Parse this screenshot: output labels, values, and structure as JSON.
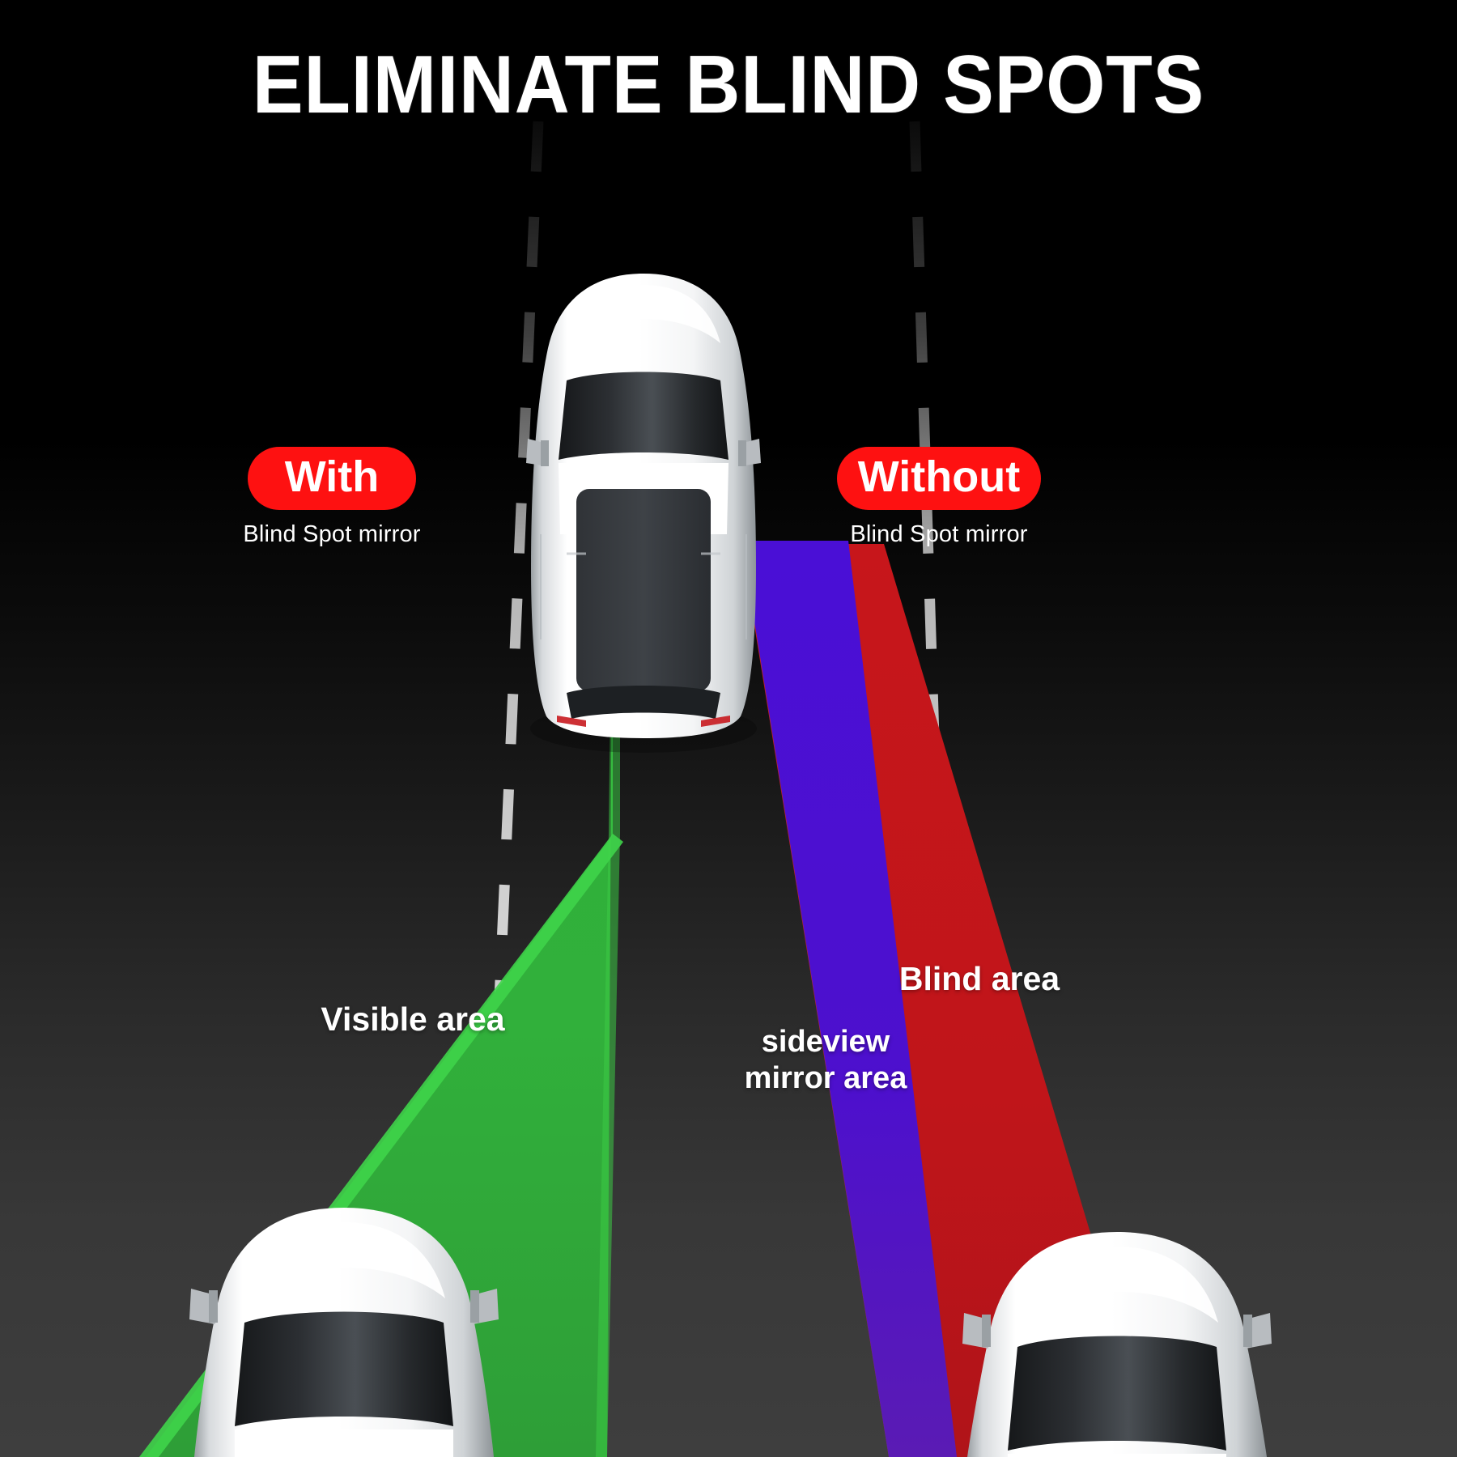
{
  "title": "ELIMINATE BLIND SPOTS",
  "badges": {
    "left": {
      "pill_label": "With",
      "caption": "Blind Spot mirror"
    },
    "right": {
      "pill_label": "Without",
      "caption": "Blind Spot mirror"
    }
  },
  "area_labels": {
    "visible": "Visible area",
    "blind": "Blind area",
    "sideview": "sideview\nmirror area"
  },
  "colors": {
    "badge_red": "#FE1111",
    "visible_area_green": "#31B03B",
    "blind_area_red": "#C0151A",
    "sideview_area_blue": "#4D10CD",
    "lane_dash": "#D4D4D4",
    "background_top": "#000000",
    "background_bottom": "#3E3E3E",
    "text_white": "#FFFFFF"
  },
  "scene": {
    "vehicles": [
      {
        "name": "ego-car",
        "position": "center-top"
      },
      {
        "name": "left-lane-car",
        "position": "bottom-left"
      },
      {
        "name": "right-lane-car",
        "position": "bottom-right"
      }
    ],
    "lane_markings": [
      {
        "name": "left-lane-dashed-line"
      },
      {
        "name": "right-lane-dashed-line"
      }
    ],
    "cones": [
      {
        "name": "visible-area-cone",
        "side": "left",
        "color": "#31B03B"
      },
      {
        "name": "sideview-mirror-cone",
        "side": "right",
        "color": "#4D10CD"
      },
      {
        "name": "blind-area-cone",
        "side": "right",
        "color": "#C0151A"
      }
    ]
  }
}
